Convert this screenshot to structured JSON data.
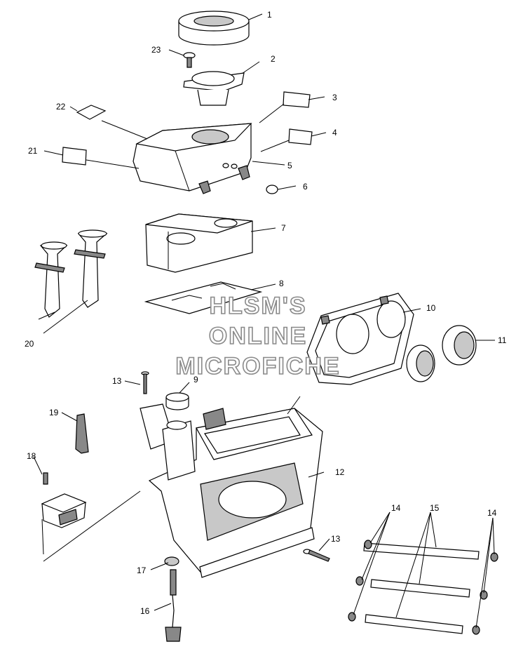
{
  "watermark": {
    "line1": "HLSM'S",
    "line2": "ONLINE",
    "line3": "MICROFICHE"
  },
  "callouts": {
    "c1": "1",
    "c2": "2",
    "c3": "3",
    "c4": "4",
    "c5": "5",
    "c6": "6",
    "c7": "7",
    "c8": "8",
    "c9": "9",
    "c10": "10",
    "c11": "11",
    "c12": "12",
    "c13a": "13",
    "c13b": "13",
    "c14a": "14",
    "c14b": "14",
    "c15": "15",
    "c16": "16",
    "c17": "17",
    "c18": "18",
    "c19": "19",
    "c20": "20",
    "c21": "21",
    "c22": "22",
    "c23": "23"
  }
}
